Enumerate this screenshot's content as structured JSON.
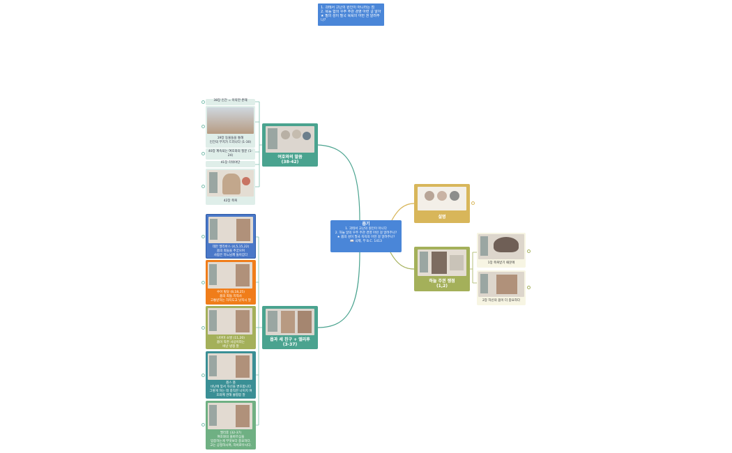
{
  "colors": {
    "central": "#4a86d8",
    "teal": "#4aa38f",
    "gold": "#d8b65a",
    "olive": "#a4b05a",
    "orange": "#f07d1a",
    "blue_card": "#4a78c8",
    "teal_dark": "#3a8f95",
    "olive_card": "#a4b05a",
    "green_card": "#6fb083",
    "connector_teal": "#4aa38f",
    "connector_gold": "#d8b65a",
    "connector_olive": "#a4b05a"
  },
  "note": {
    "lines": [
      "1. 괴테서 고난의 원인이 아니라는 점",
      "2. 욕능 합의 우주 주관 경영 아련 걸 알아?",
      "★ 필의 성이 필국 욕욕의 아헌 권 알려주",
      "나?"
    ]
  },
  "central": {
    "title": "욥기",
    "lines": [
      "1. 괴테서 고난의 원인이 아니다",
      "2. 하늘 알의 우주 주관 경영 아런 걸 알려주나?",
      "★ 욥의 성이 필국 욕욕의 아헌 걸 알려주나?",
      "📖 국제, 부 B.C. 1413"
    ]
  },
  "left_upper": {
    "title_line1": "여호와의 말씀",
    "title_line2": "(38-42)",
    "items": [
      {
        "label": "38장 인간 = 미약한 존재"
      },
      {
        "label_line1": "39장 동물들을 통해",
        "label_line2": "인간의 무지가 드러나다 (1-30)"
      },
      {
        "label_line1": "40장 계속되는 여호와의 질문 (1-",
        "label_line2": "24)"
      },
      {
        "label": "41장 리워야단"
      },
      {
        "label": "42장 축복"
      }
    ]
  },
  "left_lower": {
    "title_line1": "욥과 세 친구 + 엘리후",
    "title_line2": "(3-37)",
    "cards": [
      {
        "lines": [
          "데만 엘리바스 (4,5,15,22)",
          "욥의 죄들을 추궁으며",
          "사람은 하느님께 돌아갑다"
        ]
      },
      {
        "lines": [
          "수아 빌닷 (8,18,25)",
          "욥의 죄들 지적사",
          "고통받하는 하지도고 낫지시 말"
        ]
      },
      {
        "lines": [
          "나아마 소발 (11,20)",
          "욥이 악한 사상이라는",
          "비난 냉정 말"
        ]
      },
      {
        "lines": [
          "욥스 욥",
          "비난에 맞서 자신을 변호합니다",
          "그렇게 하는 데 충직한 나이지 여",
          "호와께 관해 불평합 말"
        ]
      },
      {
        "lines": [
          "엘리후 (32-37)",
          "여호와의 올바르심을",
          "입증하는게 무엇보다 중요하다.",
          "고는 공정하시며, 자비로우시다."
        ]
      }
    ]
  },
  "right_upper": {
    "title": "설명"
  },
  "right_lower": {
    "title_line1": "하늘 주권 쟁점",
    "title_line2": "(1,2)",
    "items": [
      {
        "label": "1장 축복받기 때문에"
      },
      {
        "label": "2장 자신의 몸이 더 중요하다"
      }
    ]
  }
}
